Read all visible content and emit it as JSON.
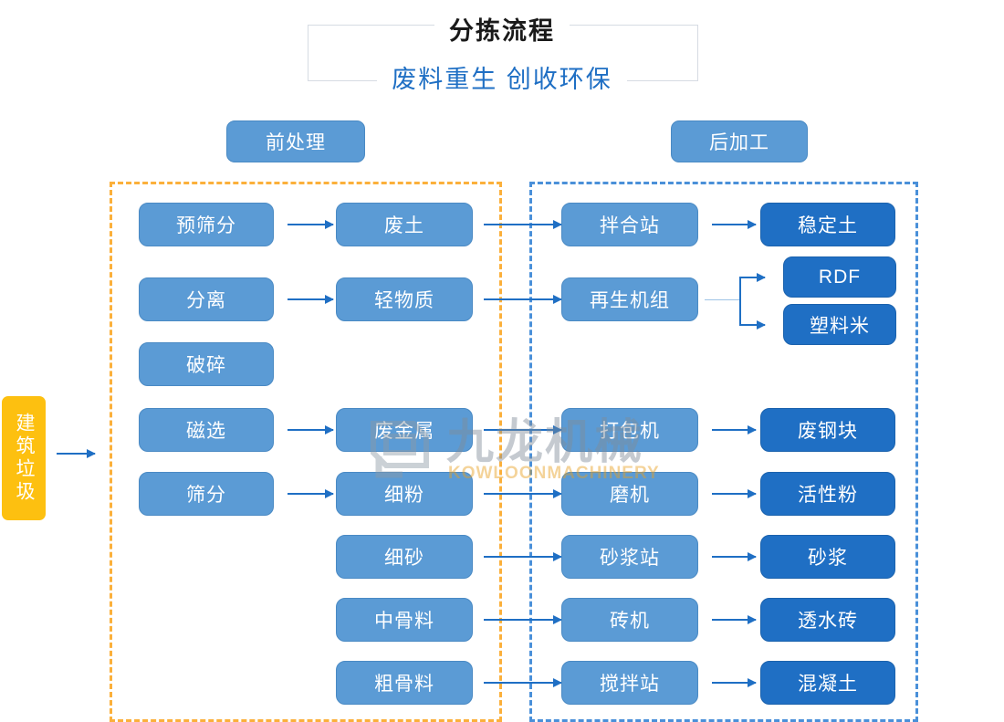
{
  "header": {
    "title": "分拣流程",
    "subtitle": "废料重生 创收环保"
  },
  "sections": {
    "pre": {
      "label": "前处理",
      "border_color": "#fbb03b"
    },
    "post": {
      "label": "后加工",
      "border_color": "#4a90d9"
    }
  },
  "input": {
    "label": "建筑垃圾",
    "color": "#fdc010"
  },
  "colors": {
    "node_mid": "#5b9bd5",
    "node_dark": "#1f6fc4",
    "arrow": "#1f6fc4",
    "title": "#1a1a1a",
    "subtitle": "#1f6fc4"
  },
  "nodes": {
    "pre_process": [
      "预筛分",
      "分离",
      "破碎",
      "磁选",
      "筛分"
    ],
    "materials": [
      "废土",
      "轻物质",
      "废金属",
      "细粉",
      "细砂",
      "中骨料",
      "粗骨料"
    ],
    "equipment": [
      "拌合站",
      "再生机组",
      "打包机",
      "磨机",
      "砂浆站",
      "砖机",
      "搅拌站"
    ],
    "products": [
      "稳定土",
      "RDF",
      "塑料米",
      "废钢块",
      "活性粉",
      "砂浆",
      "透水砖",
      "混凝土"
    ]
  },
  "watermark": {
    "cn": "九龙机械",
    "en": "KOWLOONMACHINERY"
  }
}
